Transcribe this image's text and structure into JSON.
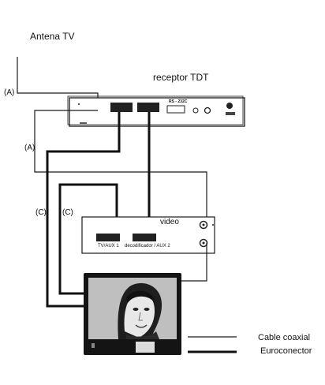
{
  "labels": {
    "antenna": "Antena TV",
    "receiver": "receptor TDT",
    "video": "video",
    "port_tv_aux1": "TV/AUX 1",
    "port_decoder_aux2": "decodificador / AUX 2",
    "cable_a_top": "(A)",
    "cable_a_mid": "(A)",
    "cable_c_left": "(C)",
    "cable_c_right": "(C)",
    "rs232": "RS - 232C"
  },
  "legend": {
    "coax": "Cable coaxial",
    "euro": "Euroconector"
  },
  "colors": {
    "line": "#1a1a1a",
    "device_fill": "#ffffff",
    "tv_body": "#141414",
    "screen_bg": "#c8c8c8"
  }
}
